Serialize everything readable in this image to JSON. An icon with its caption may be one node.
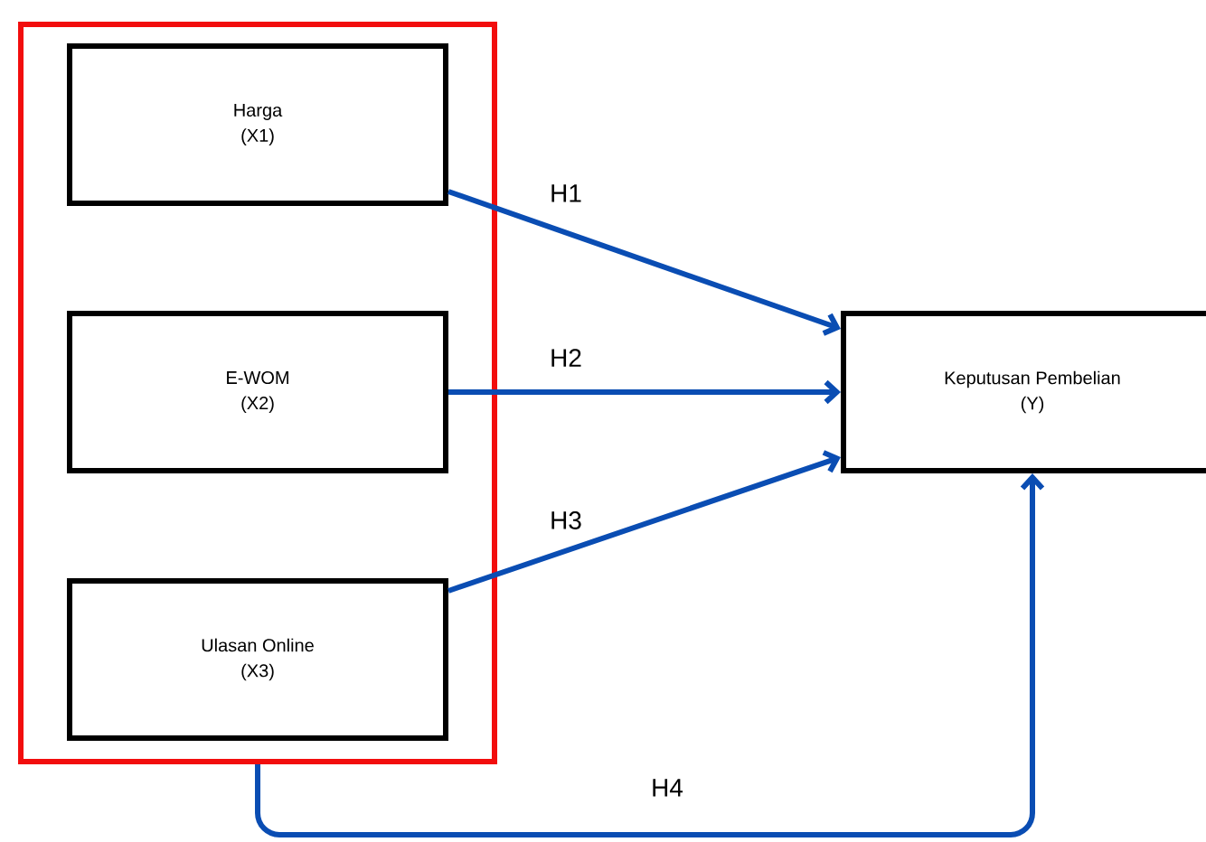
{
  "diagram": {
    "nodes": [
      {
        "text": [],
        "shape": "box"
      },
      {
        "text": [
          "Harga",
          "(X1)"
        ],
        "in": 0
      },
      {
        "text": [
          "E-WOM",
          "(X2)"
        ],
        "in": 0
      },
      {
        "text": [
          "Ulasan Online",
          "(X3)"
        ],
        "in": 0
      },
      {
        "text": [
          "Keputusan Pembelian",
          "(Y)"
        ]
      }
    ],
    "edges": [
      {
        "from": 1,
        "to": 4,
        "arrow": "to",
        "label": "H1"
      },
      {
        "from": 2,
        "to": 4,
        "arrow": "to",
        "label": "H2"
      },
      {
        "from": 3,
        "to": 4,
        "arrow": "to",
        "label": "H3"
      },
      {
        "from": 0,
        "to": 4,
        "arrow": "to",
        "label": "H4"
      }
    ]
  }
}
